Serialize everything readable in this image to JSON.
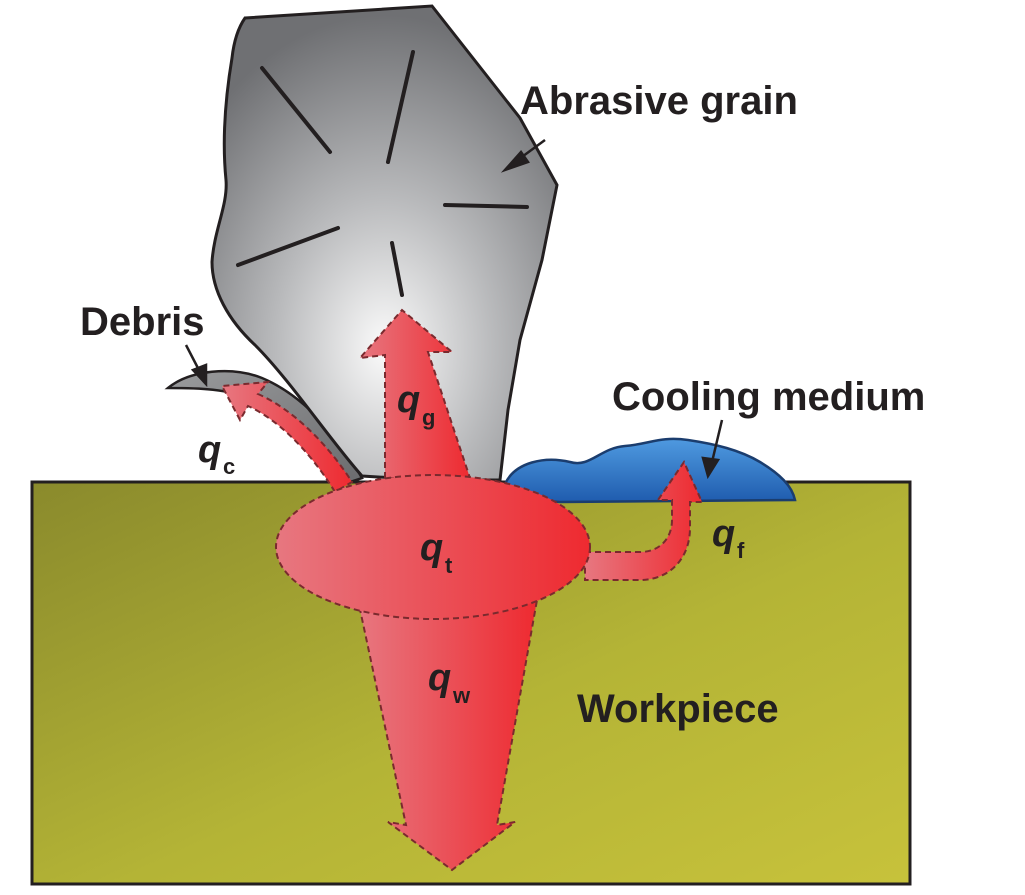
{
  "labels": {
    "abrasive_grain": "Abrasive grain",
    "debris": "Debris",
    "cooling_medium": "Cooling medium",
    "workpiece": "Workpiece"
  },
  "heat_flux": {
    "symbol": "q",
    "total": "t",
    "grain": "g",
    "chip": "c",
    "fluid": "f",
    "workpiece": "w"
  },
  "colors": {
    "workpiece": "#b8b833",
    "grain": "#8c8d8f",
    "cooling_medium": "#2f6fb8",
    "heat": "#ec3338"
  }
}
